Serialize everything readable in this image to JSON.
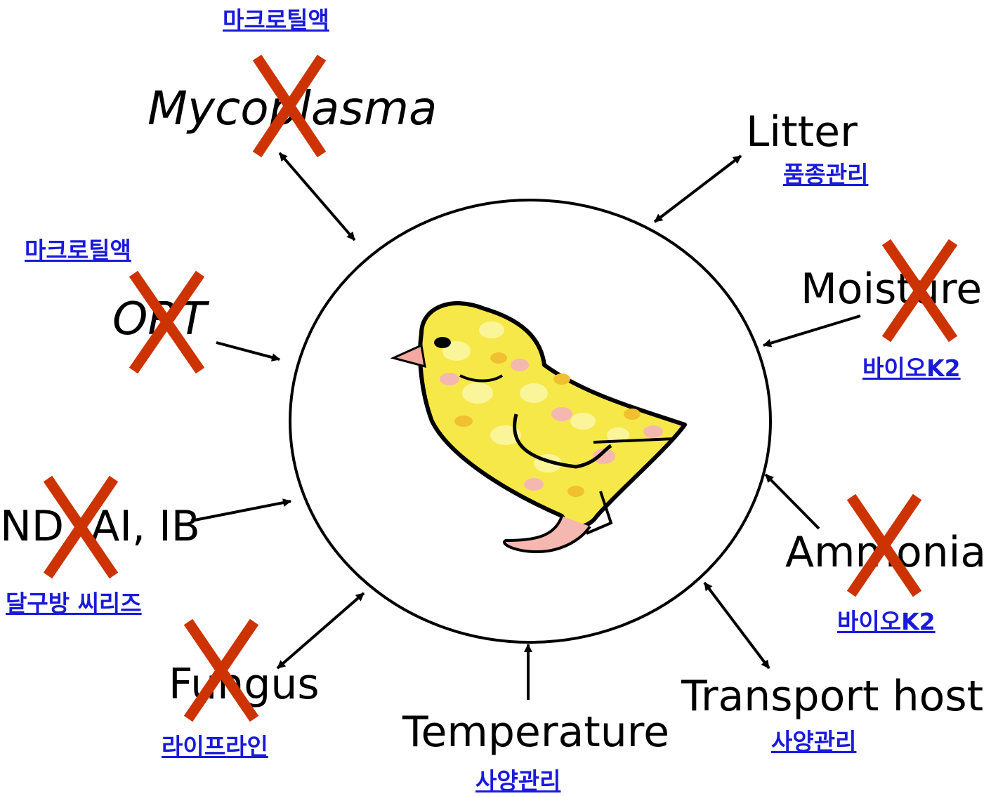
{
  "factors": {
    "mycoplasma": "Mycoplasma",
    "litter": "Litter",
    "moisture": "Moisture",
    "ort": "ORT",
    "nd_ai_ib": "ND, AI, IB",
    "ammonia": "Ammonia",
    "fungus": "Fungus",
    "temperature": "Temperature",
    "transport_host": "Transport host"
  },
  "products": {
    "mycoplasma": "마크로틸액",
    "litter": "품종관리",
    "ort": "마크로틸액",
    "moisture": "바이오K2",
    "nd_ai_ib": "달구방 씨리즈",
    "ammonia": "바이오K2",
    "fungus": "라이프라인",
    "temperature": "사양관리",
    "transport_host": "사양관리"
  },
  "colors": {
    "cross": "#cc3300",
    "link": "#1a1adb",
    "chick_body": "#f7e84a",
    "chick_spot": "#f5b8b0",
    "outline": "#000000"
  },
  "icons": {
    "center": "chick-illustration",
    "crossed": "x-mark-icon"
  }
}
